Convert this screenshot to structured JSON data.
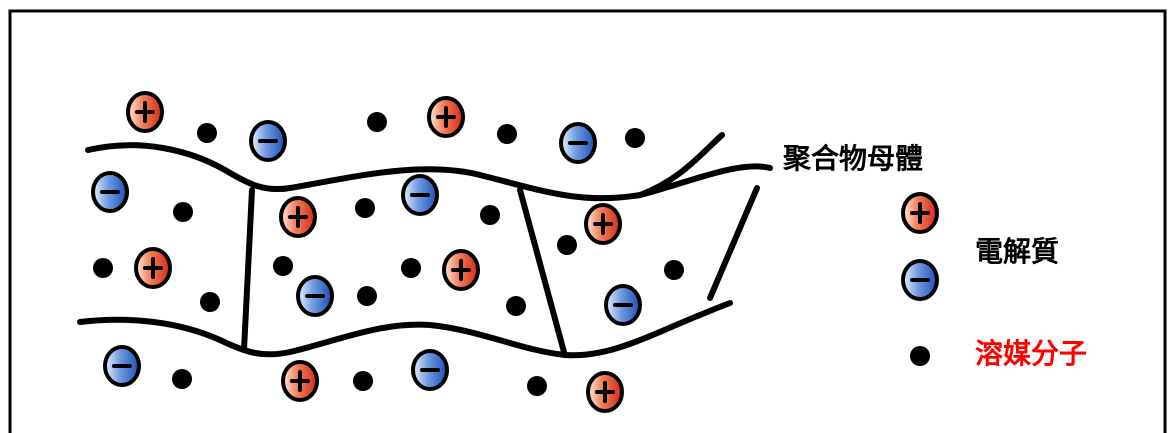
{
  "labels": {
    "polymer_matrix": "聚合物母體",
    "electrolyte": "電解質",
    "solvent_molecule": "溶媒分子"
  },
  "colors": {
    "solvent_label": "#ff0000",
    "cation_fill": "#e8412e",
    "anion_fill": "#2d6fd1",
    "ink": "#000000"
  },
  "icons": {
    "cation": "plus-ion-icon",
    "anion": "minus-ion-icon",
    "solvent": "solvent-dot-icon"
  }
}
